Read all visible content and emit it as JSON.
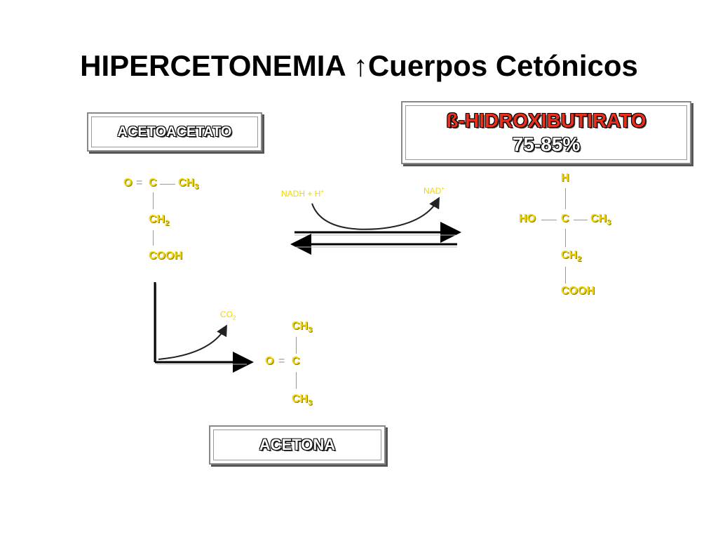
{
  "title": {
    "text": "HIPERCETONEMIA",
    "arrow": "↑",
    "rest": "Cuerpos Cetónicos"
  },
  "boxes": {
    "acetoacetato": "ACETOACETATO",
    "hidroxibutirato_name": "ß-HIDROXIBUTIRATO",
    "hidroxibutirato_pct": "75-85%",
    "acetona": "ACETONA"
  },
  "acetoacetate": {
    "o": "O",
    "eq": "=",
    "c": "C",
    "ch3": "CH",
    "ch2": "CH",
    "cooh": "COOH",
    "sub3": "3",
    "sub2": "2"
  },
  "hydroxybutyrate": {
    "h": "H",
    "ho": "HO",
    "c": "C",
    "ch3": "CH",
    "ch2": "CH",
    "cooh": "COOH",
    "sub3": "3",
    "sub2": "2"
  },
  "acetone": {
    "ch3_top": "CH",
    "o": "O",
    "eq": "=",
    "c": "C",
    "ch3_bottom": "CH",
    "sub3": "3"
  },
  "cofactors": {
    "nadh": "NADH + H",
    "nadh_sup": "+",
    "nad": "NAD",
    "nad_sup": "+",
    "co2": "CO",
    "co2_sub": "2"
  },
  "colors": {
    "text_yellow": "#f2d600",
    "box_red": "#e8301c"
  }
}
